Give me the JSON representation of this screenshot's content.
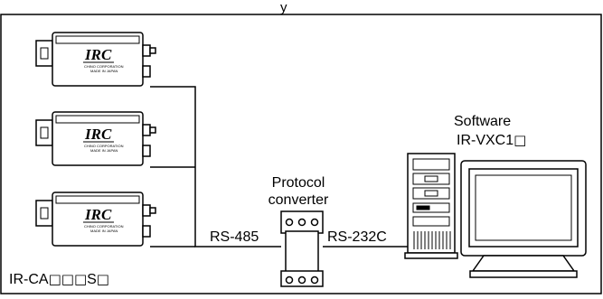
{
  "diagram": {
    "header_text": "y",
    "camera": {
      "brand": "IRC",
      "small_text_1": "CHINO CORPORATION",
      "small_text_2": "MADE IN JAPAN"
    },
    "camera_model_prefix": "IR-CA",
    "camera_model_suffix": "S",
    "network_label": "RS-485",
    "protocol_converter_label": [
      "Protocol",
      "converter"
    ],
    "serial_label": "RS-232C",
    "software_label": "Software",
    "software_model_prefix": "IR-VXC1",
    "placeholder_box": "□",
    "colors": {
      "line": "#000000",
      "background": "#ffffff"
    }
  }
}
